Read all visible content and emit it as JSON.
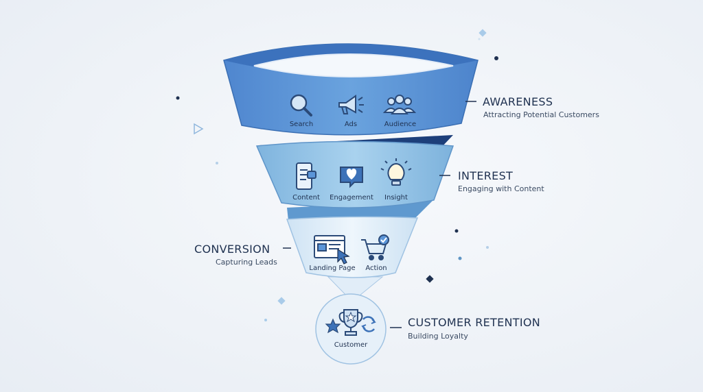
{
  "stages": [
    {
      "title": "AWARENESS",
      "subtitle": "Attracting Potential Customers",
      "items": [
        {
          "label": "Search",
          "icon": "search-icon"
        },
        {
          "label": "Ads",
          "icon": "megaphone-icon"
        },
        {
          "label": "Audience",
          "icon": "audience-icon"
        }
      ]
    },
    {
      "title": "INTEREST",
      "subtitle": "Engaging with Content",
      "items": [
        {
          "label": "Content",
          "icon": "mobile-content-icon"
        },
        {
          "label": "Engagement",
          "icon": "heart-chat-icon"
        },
        {
          "label": "Insight",
          "icon": "lightbulb-icon"
        }
      ]
    },
    {
      "title": "CONVERSION",
      "subtitle": "Capturing Leads",
      "items": [
        {
          "label": "Landing Page",
          "icon": "landing-page-icon"
        },
        {
          "label": "Action",
          "icon": "cart-check-icon"
        }
      ]
    },
    {
      "title": "CUSTOMER RETENTION",
      "subtitle": "Building Loyalty",
      "items": [
        {
          "label": "Customer",
          "icon": "trophy-loyalty-icon"
        }
      ]
    }
  ],
  "colors": {
    "awareness": "#5b95d8",
    "interest": "#8cc0e4",
    "conversion": "#dcebf7",
    "retention": "#e6f0f9",
    "icon_stroke": "#2b4a78"
  }
}
